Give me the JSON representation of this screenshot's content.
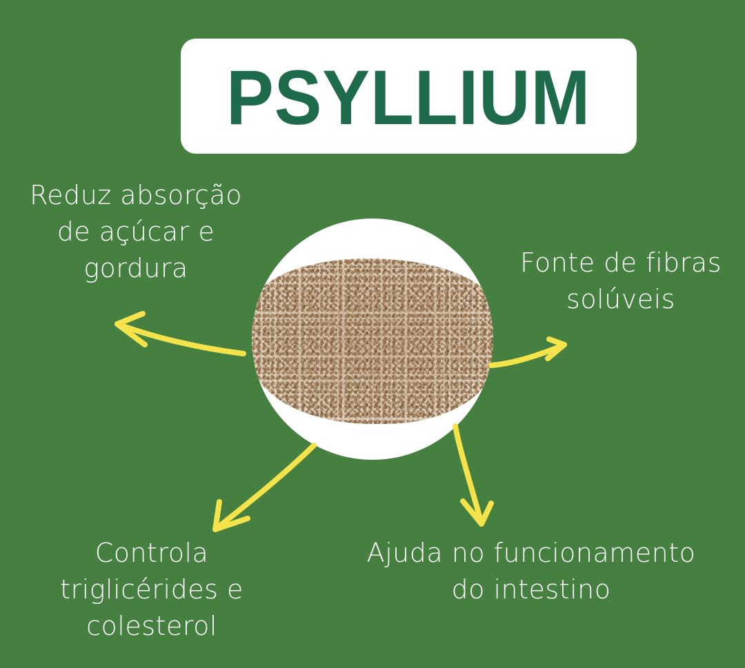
{
  "title": "PSYLLIUM",
  "colors": {
    "background": "#458041",
    "title_text": "#1d6b4b",
    "title_box": "#ffffff",
    "arrow": "#f4e34b",
    "benefit_text": "#ffffff"
  },
  "center_image": {
    "description": "psyllium husk powder in a white circle",
    "icon": "psyllium-powder-photo"
  },
  "benefits": [
    {
      "lines": [
        "Reduz absorção",
        "de açúcar e",
        "gordura"
      ],
      "position": "top-left",
      "arrow_direction": "left"
    },
    {
      "lines": [
        "Fonte de fibras",
        "solúveis"
      ],
      "position": "right",
      "arrow_direction": "right"
    },
    {
      "lines": [
        "Controla",
        "triglicérides e",
        "colesterol"
      ],
      "position": "bottom-left",
      "arrow_direction": "down-left"
    },
    {
      "lines": [
        "Ajuda no funcionamento",
        "do intestino"
      ],
      "position": "bottom-right",
      "arrow_direction": "down"
    }
  ]
}
